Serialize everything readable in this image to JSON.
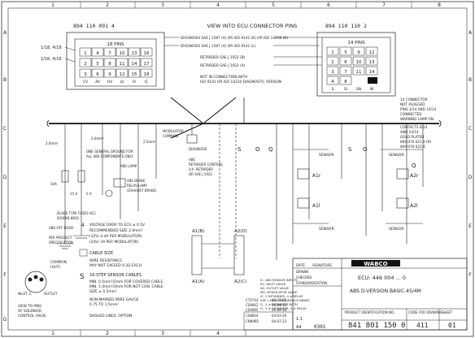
{
  "border": {
    "columns": [
      "1",
      "2",
      "3",
      "4",
      "5",
      "6",
      "7",
      "8"
    ],
    "rows": [
      "A",
      "B",
      "C",
      "D",
      "E",
      "F",
      "G"
    ]
  },
  "header": {
    "title": "VIEW INTO ECU CONNECTOR PINS",
    "left_part_no": "894 110 091 4",
    "right_part_no": "894 110 110 2"
  },
  "left_connector": {
    "title": "18 PINS",
    "pins_top": [
      "1",
      "4",
      "7",
      "10",
      "13",
      "16"
    ],
    "pins_mid": [
      "2",
      "5",
      "8",
      "11",
      "14",
      "17"
    ],
    "pins_bot": [
      "3",
      "6",
      "9",
      "12",
      "15",
      "18"
    ],
    "signals": [
      "CV",
      "AV",
      "HV",
      "LV",
      "IV",
      "IC"
    ],
    "side_labels": [
      "1/18, 4/18",
      "1/16, 4/16"
    ]
  },
  "right_connector": {
    "title": "14 PINS",
    "pins_top": [
      "1",
      "5",
      "9",
      "12"
    ],
    "pins_mid": [
      "2",
      "6",
      "10",
      "13"
    ],
    "pins_bot": [
      "3",
      "7",
      "11",
      "14"
    ],
    "pins_extra": [
      "4",
      "8"
    ],
    "signals": [
      "S",
      "SI",
      "SN",
      "IN"
    ]
  },
  "diag_notes": [
    "DIAGNOSIS SAE J 1587 (A) OR ISO 9141 (K) OR ISO 14230 (K)",
    "DIAGNOSIS SAE J 1587 (A) OR ISO 9141 (L)",
    "RETARDER SAE J 1922 (B)",
    "RETARDER SAE J 1922 (A)",
    "NOT IN CONNECTION WITH",
    "ISO 9141 OR ISO 14230 DIAGNOSTIC VERSION"
  ],
  "right_notes": [
    "14 CONNECTOR",
    "NOT PLUGGED",
    "PINS 3/14 AND 10/14",
    "CONNECTED",
    "WARNING LAMP ON",
    "CONTACTS 9/14",
    "AND 10/14",
    "GOLD PLATED",
    "894 070 021 4 OR",
    "894 070 622 4"
  ],
  "left_notes": [
    "ONE GENERAL GROUND FOR",
    "ALL ABS COMPONENTS ONLY",
    "MODULATOR",
    "COMMON",
    "DIAGNOSIS",
    "ABS",
    "RETARDER CONTROL",
    "V.A. RETARDER",
    "OR SAE J 1922",
    "BLADE TYPE FUSES ACC.",
    "ISO/DIN 8820",
    "ABS-OFF ROAD",
    "PER PRODUCT",
    "SPECIFICATION",
    "COMMON",
    "(OUT)",
    "INLET 3",
    "OUTLET",
    "VIEW TO PINS",
    "OF SOLENOID",
    "CONTROL VALVE",
    "2.0mm²",
    "10A",
    "ABS LAMP",
    "ABS BRAKE",
    "RELAY/LAMP",
    "(EXHAUST BRAKE)",
    "15 A",
    "5 A",
    "2.0mm²",
    "2.5mm²"
  ],
  "voltage_notes": [
    "VOLTAGE DROP TO ECU ≤ 0.5V",
    "RECOMMENDED SIZE 2.0mm²",
    "(12V) 4.4A PER MODULATOR)",
    "(24V) 3A PER MODULATOR)",
    "CABLE SIZE",
    "WIRE RESISTANCE",
    "MAY NOT EXCEED 0.2Ω EACH",
    "16-STEP SENSOR CABLES",
    "MIN. 0.5mm²/2mm FOR COVERED CABLE",
    "MIN. 1.0mm²/3mm FOR NOT CON. CABLE",
    "SIZE ≥ 0.5mm²",
    "NON-MARKED WIRE GAUGE",
    "0.75 TO 1.5mm²",
    "DASHED LINES: OPTION"
  ],
  "axle_labels": [
    "A1(B)",
    "A2(D)",
    "A1(A)",
    "A2(C)"
  ],
  "axle_legend": [
    "IC, ABS SENSOR INPUTS",
    "EV, INLET VALVE",
    "AV, OUTLET VALVE",
    "MV, MODULATOR VALVE",
    "IC, 2 RETARDER, 4 ≥ RELAY",
    "SAE J 1922, ENDURANCE BRAKE",
    "I1, 2 ≥ RETARDER BOTH",
    "IC, 2 ≥ RETARDER, 4 ≥ RELAY"
  ],
  "components": {
    "sensors": [
      "SENSOR",
      "SENSOR",
      "SENSOR",
      "SENSOR"
    ],
    "modulators": [
      "A1r",
      "A2r",
      "A1l",
      "A2l"
    ],
    "valve_codes": [
      "S",
      "O",
      "Q",
      "S",
      "O",
      "Q"
    ]
  },
  "title_block": {
    "brand": "WABCO",
    "line1": "ECU: 446 004 ... 0",
    "line2": "ABS D-VERSION BASIC-4S/4M",
    "drawing_no": "841 801 150 0",
    "sheet": "01",
    "drawing_label": "PRODUCT IDENTIFICATION NO.",
    "code_label": "CODE FOR DRAWING",
    "sheet_label": "SHEET",
    "code": "411",
    "short_no": "0301",
    "scale": "1:1",
    "size": "A4",
    "revisions": [
      {
        "rev": "CT0743",
        "date": "04-03-01"
      },
      {
        "rev": "CS9062",
        "date": "04-09-10"
      },
      {
        "rev": "CS9095",
        "date": "04-09-18"
      },
      {
        "rev": "CS8604",
        "date": "04-03-29"
      },
      {
        "rev": "CN9960",
        "date": "04-07-23"
      }
    ],
    "date_label": "DATE",
    "sig_label": "SIGNATURE",
    "drawn": "DRAWN",
    "checked": "CHECKED",
    "standard": "STANDARDIZATION"
  }
}
